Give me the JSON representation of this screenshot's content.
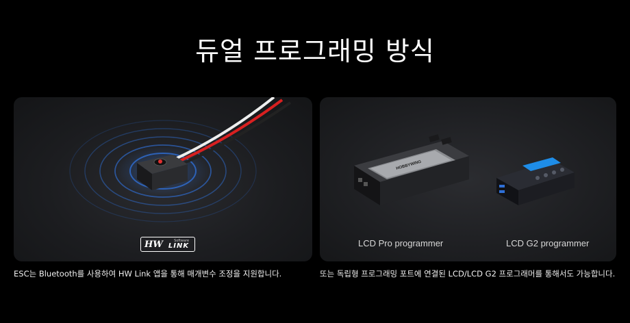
{
  "page": {
    "title": "듀얼 프로그래밍 방식"
  },
  "left_card": {
    "logo": {
      "mark": "HW",
      "software": "Software",
      "link": "LINK"
    },
    "description": "ESC는 Bluetooth를 사용하여 HW Link 앱을 통해 매개변수 조정을 지원합니다."
  },
  "right_card": {
    "device_brand": "HOBBYWING",
    "caption_pro": "LCD Pro programmer",
    "caption_g2": "LCD G2 programmer",
    "description": "또는 독립형 프로그래밍 포트에 연결된 LCD/LCD G2 프로그래머를 통해서도 가능합니다."
  },
  "colors": {
    "background": "#000000",
    "card": "#1e1f22",
    "ring": "#2f6fd6",
    "screen": "#1e8de8"
  }
}
